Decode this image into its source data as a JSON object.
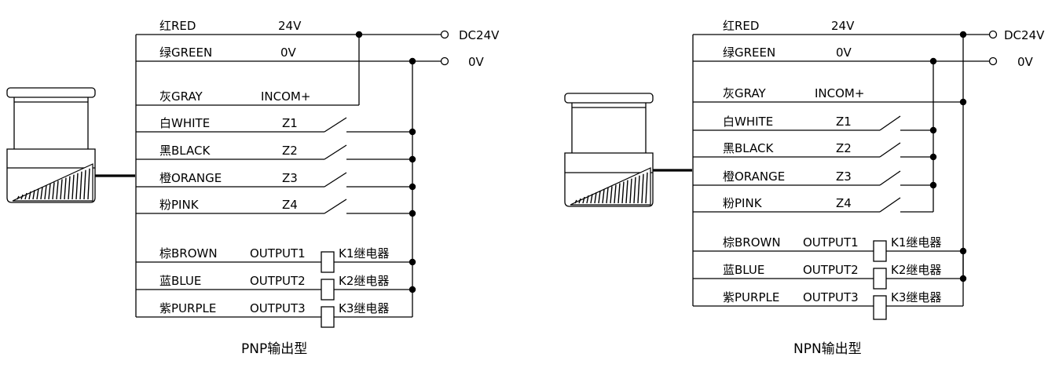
{
  "pnp": {
    "caption": "PNP输出型",
    "wires": [
      {
        "color": "红RED",
        "signal": "24V"
      },
      {
        "color": "绿GREEN",
        "signal": "0V"
      },
      {
        "color": "灰GRAY",
        "signal": "INCOM+"
      },
      {
        "color": "白WHITE",
        "signal": "Z1"
      },
      {
        "color": "黑BLACK",
        "signal": "Z2"
      },
      {
        "color": "橙ORANGE",
        "signal": "Z3"
      },
      {
        "color": "粉PINK",
        "signal": "Z4"
      },
      {
        "color": "棕BROWN",
        "signal": "OUTPUT1",
        "relay": "K1继电器"
      },
      {
        "color": "蓝BLUE",
        "signal": "OUTPUT2",
        "relay": "K2继电器"
      },
      {
        "color": "紫PURPLE",
        "signal": "OUTPUT3",
        "relay": "K3继电器"
      }
    ],
    "terminals": {
      "dc24v": "DC24V",
      "zero_v": "0V"
    }
  },
  "npn": {
    "caption": "NPN输出型",
    "wires": [
      {
        "color": "红RED",
        "signal": "24V"
      },
      {
        "color": "绿GREEN",
        "signal": "0V"
      },
      {
        "color": "灰GRAY",
        "signal": "INCOM+"
      },
      {
        "color": "白WHITE",
        "signal": "Z1"
      },
      {
        "color": "黑BLACK",
        "signal": "Z2"
      },
      {
        "color": "橙ORANGE",
        "signal": "Z3"
      },
      {
        "color": "粉PINK",
        "signal": "Z4"
      },
      {
        "color": "棕BROWN",
        "signal": "OUTPUT1",
        "relay": "K1继电器"
      },
      {
        "color": "蓝BLUE",
        "signal": "OUTPUT2",
        "relay": "K2继电器"
      },
      {
        "color": "紫PURPLE",
        "signal": "OUTPUT3",
        "relay": "K3继电器"
      }
    ],
    "terminals": {
      "dc24v": "DC24V",
      "zero_v": "0V"
    }
  }
}
